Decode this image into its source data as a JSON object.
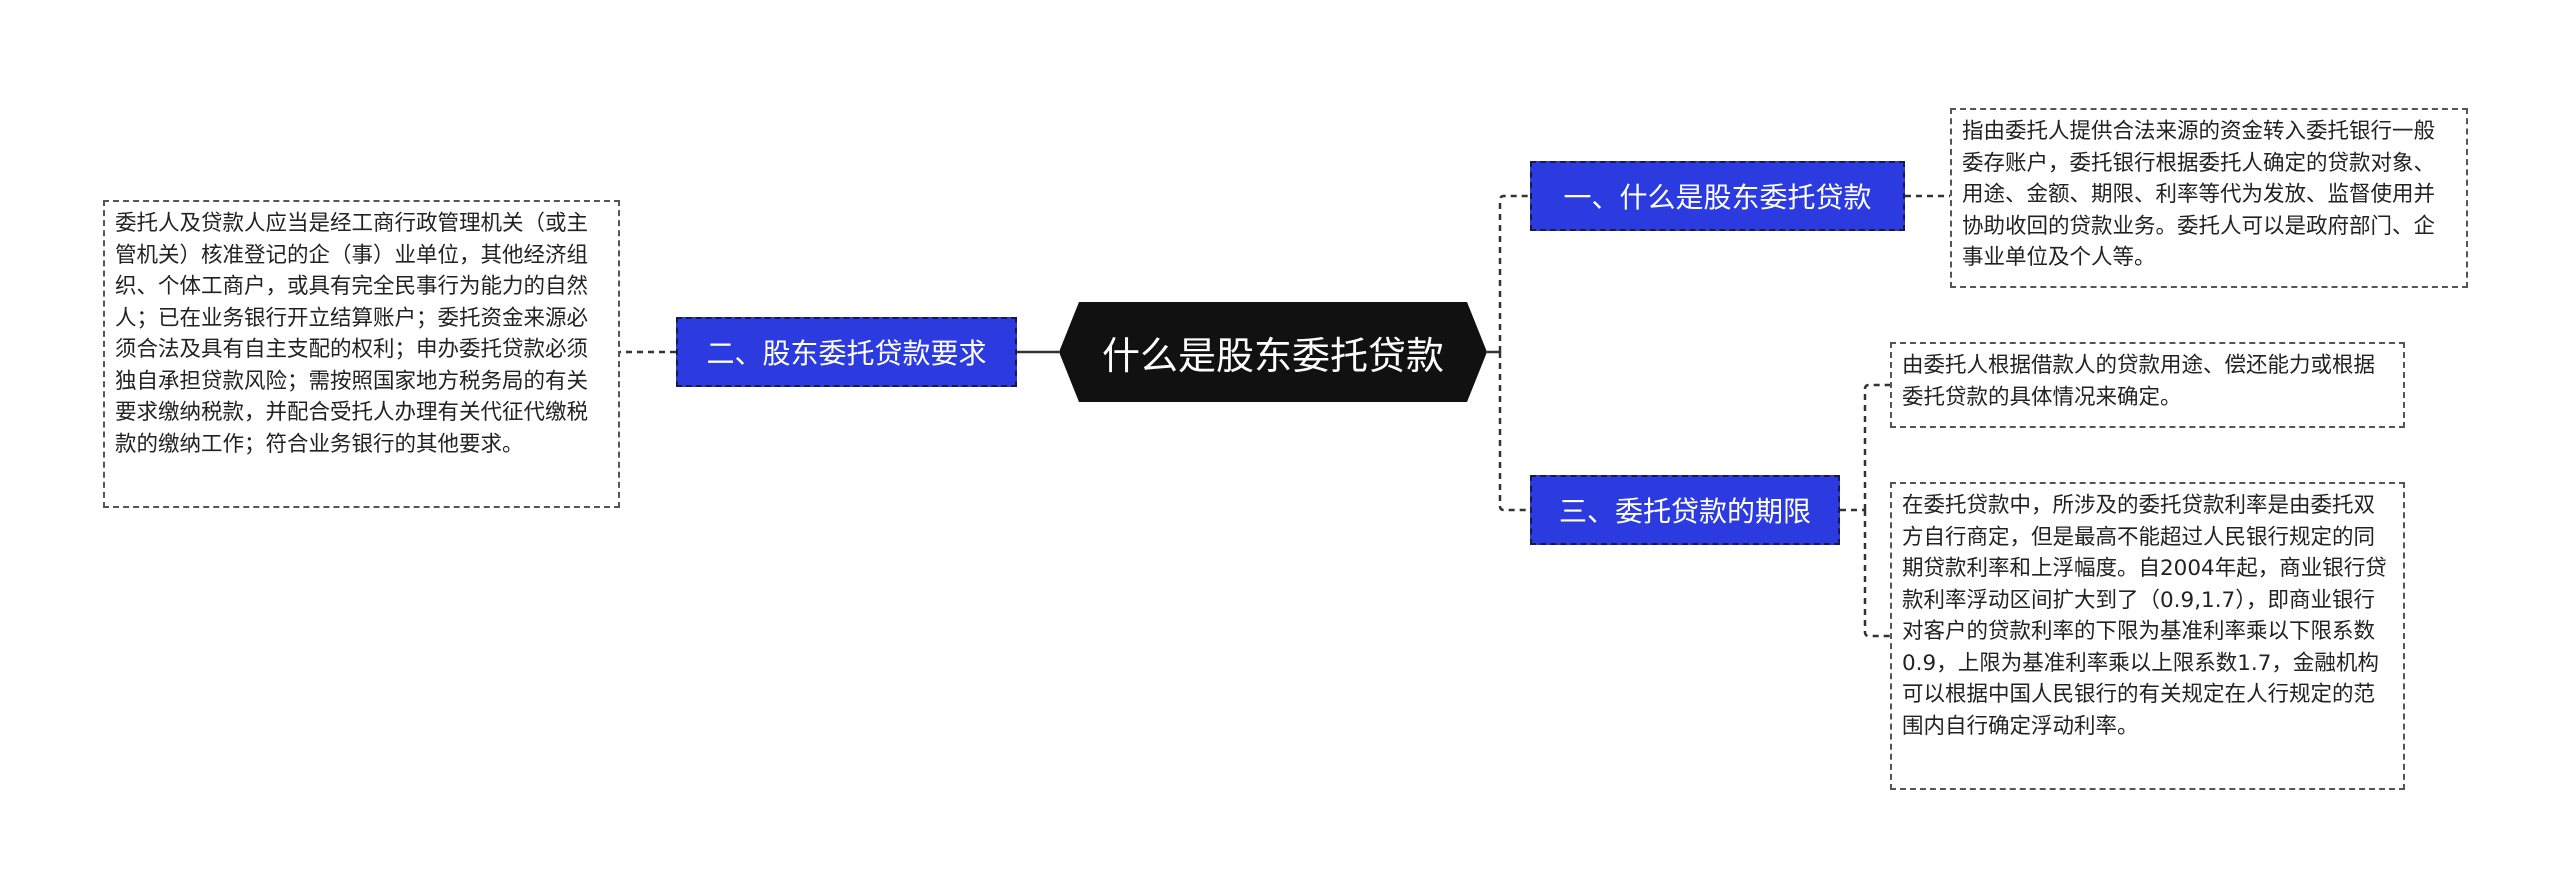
{
  "root": {
    "title": "什么是股东委托贷款"
  },
  "branches": {
    "b1": {
      "label": "一、什么是股东委托贷款"
    },
    "b2": {
      "label": "二、股东委托贷款要求"
    },
    "b3": {
      "label": "三、委托贷款的期限"
    }
  },
  "leaves": {
    "l1": "指由委托人提供合法来源的资金转入委托银行一般委存账户，委托银行根据委托人确定的贷款对象、用途、金额、期限、利率等代为发放、监督使用并协助收回的贷款业务。委托人可以是政府部门、企事业单位及个人等。",
    "l2": "委托人及贷款人应当是经工商行政管理机关（或主管机关）核准登记的企（事）业单位，其他经济组织、个体工商户，或具有完全民事行为能力的自然人；已在业务银行开立结算账户；委托资金来源必须合法及具有自主支配的权利；申办委托贷款必须独自承担贷款风险；需按照国家地方税务局的有关要求缴纳税款，并配合受托人办理有关代征代缴税款的缴纳工作；符合业务银行的其他要求。",
    "l3a": "由委托人根据借款人的贷款用途、偿还能力或根据委托贷款的具体情况来确定。",
    "l3b": "在委托贷款中，所涉及的委托贷款利率是由委托双方自行商定，但是最高不能超过人民银行规定的同期贷款利率和上浮幅度。自2004年起，商业银行贷款利率浮动区间扩大到了（0.9,1.7），即商业银行对客户的贷款利率的下限为基准利率乘以下限系数0.9，上限为基准利率乘以上限系数1.7，金融机构可以根据中国人民银行的有关规定在人行规定的范围内自行确定浮动利率。"
  },
  "colors": {
    "root_bg": "#111111",
    "branch_bg": "#2b3be0",
    "connector": "#333333",
    "leaf_border": "#555555"
  }
}
